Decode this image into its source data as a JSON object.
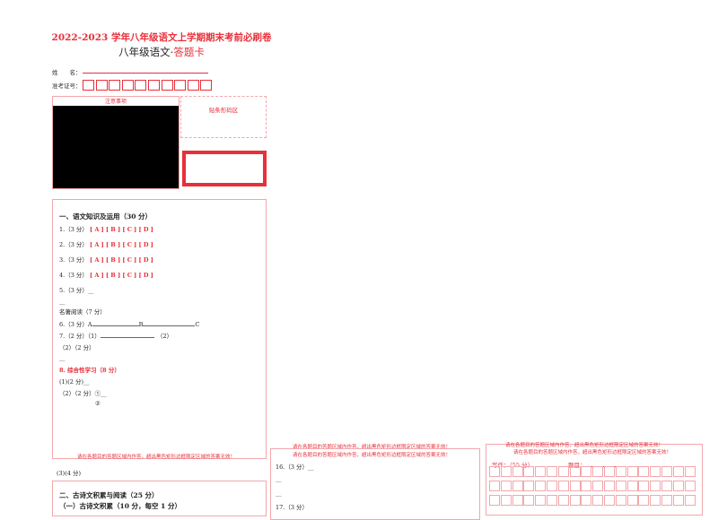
{
  "header": {
    "title": "2022-2023 学年八年级语文上学期期末考前必刷卷",
    "subtitle_main": "八年级语文·",
    "subtitle_accent": "答题卡"
  },
  "candidate": {
    "name_label": "姓　　名：",
    "id_label": "准考证号：",
    "id_box_count": 10
  },
  "notice": {
    "title": "注意事项"
  },
  "barcode": {
    "label": "贴条形码区"
  },
  "section1": {
    "heading": "一、语文知识及运用（30 分）",
    "mc": [
      {
        "num": "1.",
        "score": "（3 分）",
        "opts": "[ A ] [ B ] [ C ] [ D ]"
      },
      {
        "num": "2.",
        "score": "（3 分）",
        "opts": "[ A ] [ B ] [ C ] [ D ]"
      },
      {
        "num": "3.",
        "score": "（3 分）",
        "opts": "[ A ] [ B ] [ C ] [ D ]"
      },
      {
        "num": "4.",
        "score": "（3 分）",
        "opts": "[ A ] [ B ] [ C ] [ D ]"
      }
    ],
    "q5": "5.（3 分）",
    "q5_dash": "__",
    "reading": "名著阅读（7 分）",
    "q6": "6.（3 分）A",
    "q6_b": "B",
    "q6_c": "C",
    "q7": "7.（2 分）（1）",
    "q7_2": "（2）",
    "q7_3": "（2）（2 分）",
    "q8": "8. 综合性学习（8 分）",
    "q8_1": "(1)(2 分)",
    "q8_1_dash": "__",
    "q8_2": "（2）（2 分）①",
    "q8_2_dash": "__",
    "q8_3": "②",
    "q8_4": "(3)(4 分)",
    "warning": "请在各题目的答题区域内作答，超出黑色矩形边框限定区域的答案无效！"
  },
  "section2": {
    "heading": "二、古诗文积累与阅读（25 分）",
    "sub": "（一）古诗文积累（10 分，每空 1 分）"
  },
  "middle": {
    "warning": "请在各题目的答题区域内作答，超出黑色矩形边框限定区域的答案无效！",
    "q16": "16.（3 分）",
    "q16_dash": "__",
    "dash": "__",
    "q17": "17.（3 分）"
  },
  "right": {
    "warning": "请在各题目的答题区域内作答，超出黑色矩形边框限定区域的答案无效！",
    "writing": "写作：（55 分）",
    "topic": "题目："
  }
}
